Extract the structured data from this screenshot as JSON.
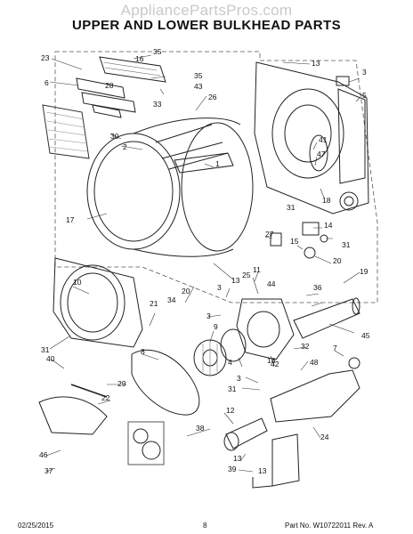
{
  "watermark": "AppliancePartsPros.com",
  "title": "UPPER AND LOWER BULKHEAD PARTS",
  "callouts": [
    "35",
    "16",
    "35",
    "28",
    "43",
    "33",
    "23",
    "6",
    "13",
    "3",
    "5",
    "26",
    "30",
    "2",
    "1",
    "41",
    "47",
    "18",
    "17",
    "27",
    "14",
    "15",
    "31",
    "31",
    "20",
    "19",
    "10",
    "11",
    "44",
    "3",
    "13",
    "25",
    "36",
    "34",
    "20",
    "21",
    "18",
    "3",
    "45",
    "9",
    "32",
    "31",
    "42",
    "40",
    "7",
    "48",
    "29",
    "8",
    "4",
    "3",
    "31",
    "22",
    "12",
    "38",
    "24",
    "46",
    "37",
    "13",
    "39",
    "13"
  ],
  "footer": {
    "date": "02/25/2015",
    "page": "8",
    "part": "Part No. W10722011  Rev. A"
  }
}
